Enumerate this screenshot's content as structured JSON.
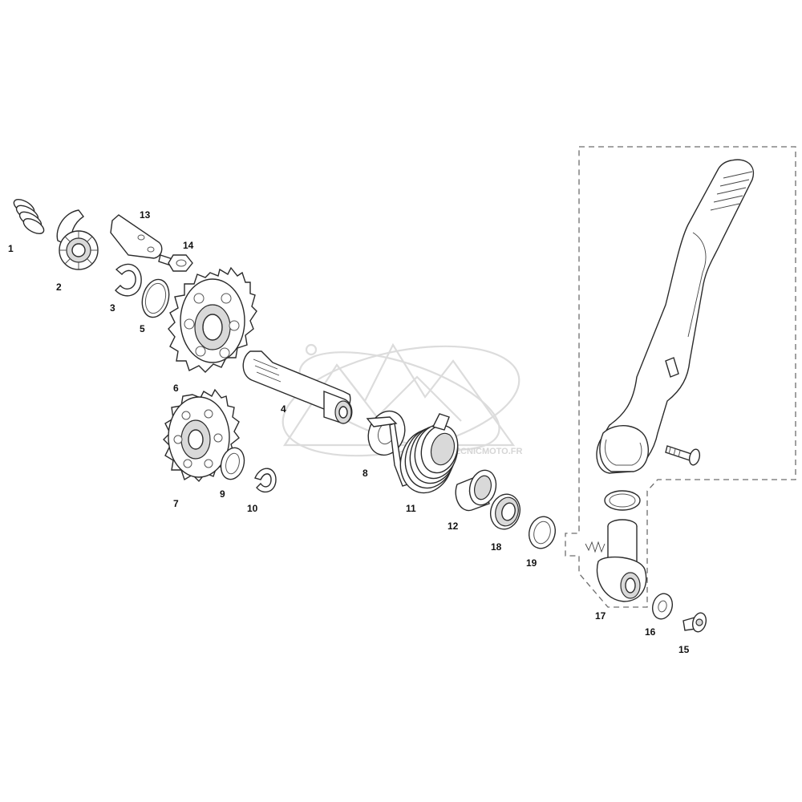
{
  "diagram": {
    "watermark_text": "TECNICMOTO.FR",
    "callouts": [
      "1",
      "2",
      "3",
      "4",
      "5",
      "6",
      "7",
      "8",
      "9",
      "10",
      "11",
      "12",
      "13",
      "14",
      "15",
      "16",
      "17",
      "18",
      "19"
    ]
  }
}
